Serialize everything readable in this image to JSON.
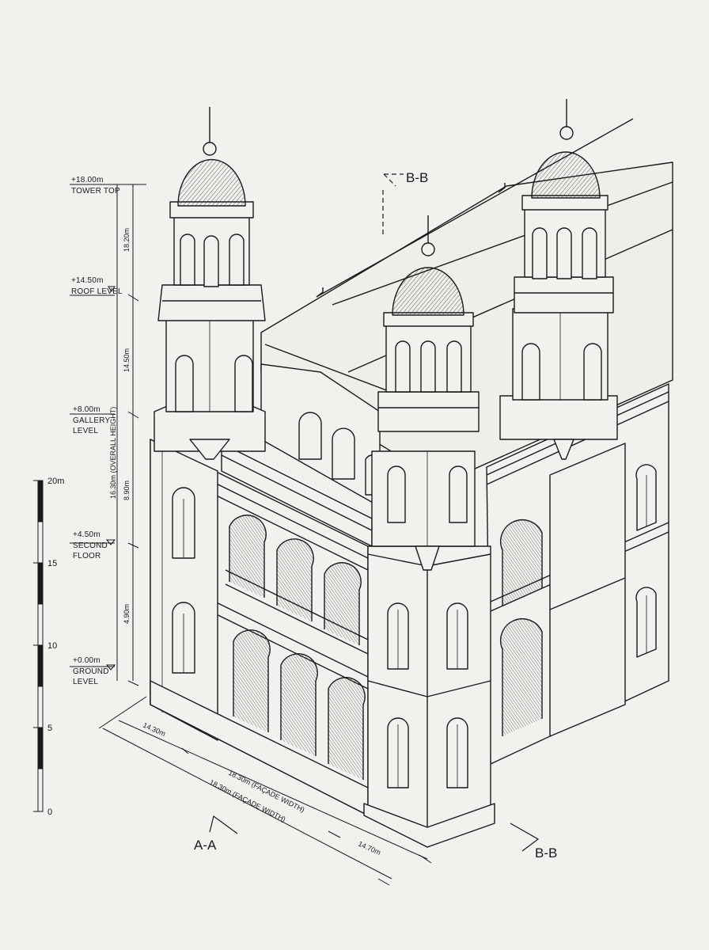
{
  "drawing": {
    "levels": [
      {
        "value": "+18.00m",
        "name": "TOWER TOP"
      },
      {
        "value": "+14.50m",
        "name": "ROOF LEVEL"
      },
      {
        "value": "+8.00m",
        "name": "GALLERY",
        "name2": "LEVEL"
      },
      {
        "value": "+4.50m",
        "name": "SECOND",
        "name2": "FLOOR"
      },
      {
        "value": "+0.00m",
        "name": "GROUND",
        "name2": "LEVEL"
      }
    ],
    "vertical_dims": {
      "overall": "16.30m (OVERALL HEIGHT)",
      "d1": "18.20m",
      "d2": "14.50m",
      "d3": "8.90m",
      "d4": "4.90m"
    },
    "horizontal_dims": {
      "left": "14.30m",
      "facade_a": "18.30m (FAÇADE WIDTH)",
      "facade_b": "18.30m (FAÇADE WIDTH)",
      "right": "14.70m"
    },
    "sections": {
      "aa": "A-A",
      "bb_top": "B-B",
      "bb_bottom": "B-B"
    },
    "scale_bar": {
      "labels": [
        "20m",
        "15",
        "10",
        "5",
        "0"
      ]
    }
  }
}
